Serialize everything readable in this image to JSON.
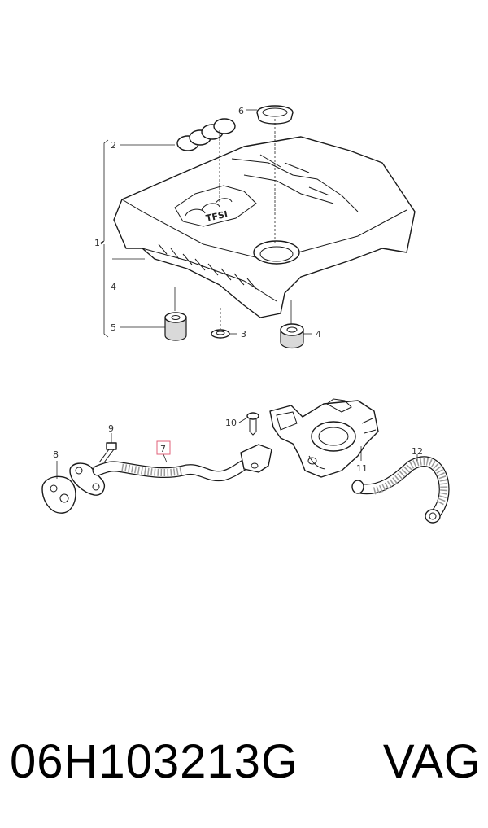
{
  "callouts": {
    "c1": "1",
    "c2": "2",
    "c3": "3",
    "c4a": "4",
    "c4b": "4",
    "c5": "5",
    "c6": "6",
    "c7": "7",
    "c8": "8",
    "c9": "9",
    "c10": "10",
    "c11": "11",
    "c12": "12"
  },
  "emblem_text": "TFSI",
  "highlight_color": "#e0607a",
  "footer": {
    "part_number": "06H103213G",
    "brand": "VAG"
  }
}
